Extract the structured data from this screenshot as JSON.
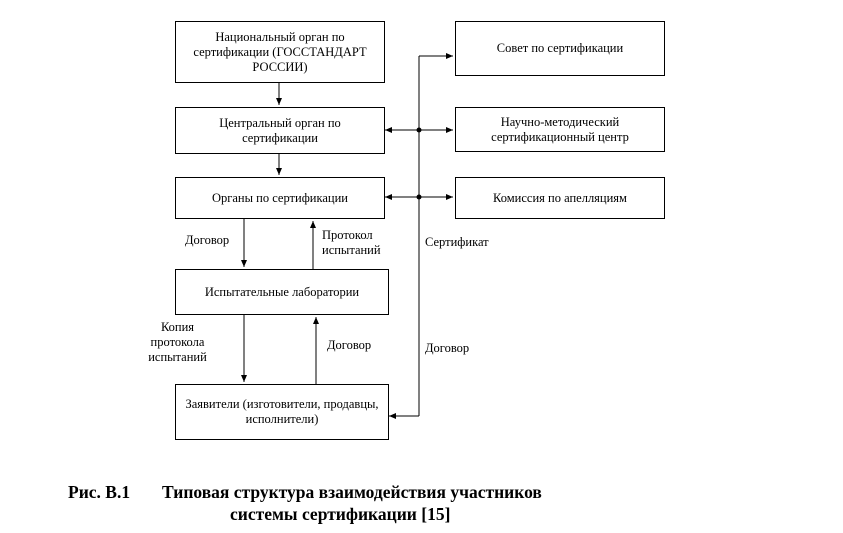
{
  "boxes": {
    "national": "Национальный орган по сертификации (ГОССТАНДАРТ РОССИИ)",
    "central": "Центральный орган по сертификации",
    "organs": "Органы по сертификации",
    "labs": "Испытательные лаборатории",
    "applicants": "Заявители (изготовители, продавцы, исполнители)",
    "council": "Совет по сертификации",
    "research": "Научно-методический сертификационный центр",
    "appeals": "Комиссия по апелляциям"
  },
  "labels": {
    "contract_left": "Договор",
    "test_protocol": "Протокол испытаний",
    "copy_protocol": "Копия протокола испытаний",
    "contract_mid": "Договор",
    "certificate": "Сертификат",
    "contract_right": "Договор"
  },
  "caption": {
    "number": "Рис. В.1",
    "line1": "Типовая структура взаимодействия участников",
    "line2": "системы сертификации [15]"
  }
}
